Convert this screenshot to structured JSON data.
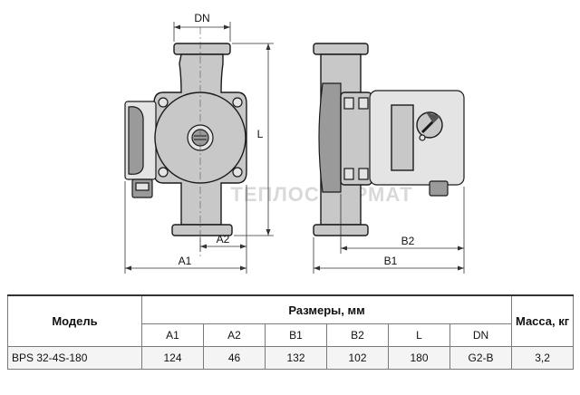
{
  "drawing": {
    "labels": {
      "dn": "DN",
      "l": "L",
      "a1": "A1",
      "a2": "A2",
      "b1": "B1",
      "b2": "B2"
    },
    "watermark": "ТЕПЛОСФОРМАТ"
  },
  "table": {
    "model_header": "Модель",
    "dimensions_header": "Размеры, мм",
    "mass_header": "Масса, кг",
    "columns": [
      "A1",
      "A2",
      "B1",
      "B2",
      "L",
      "DN"
    ],
    "rows": [
      {
        "model": "BPS 32-4S-180",
        "values": [
          "124",
          "46",
          "132",
          "102",
          "180",
          "G2-B"
        ],
        "mass": "3,2"
      }
    ]
  }
}
